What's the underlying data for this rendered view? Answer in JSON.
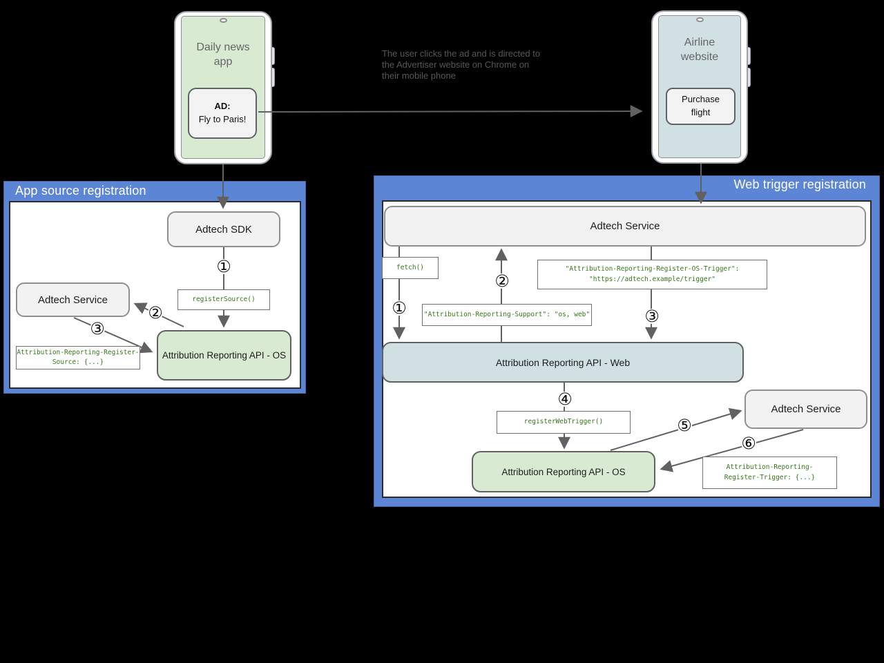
{
  "colors": {
    "background": "#000000",
    "panel_blue": "#5c85d6",
    "os_green_fill": "#d9ead3",
    "web_blue_fill": "#d0e0e3",
    "service_gray_fill": "#f2f2f2",
    "code_text_green": "#38761d",
    "arrow_gray": "#616161"
  },
  "flow_note": "The user clicks the ad and is directed to\nthe Advertiser website on Chrome on\ntheir mobile phone",
  "phone_left": {
    "title": "Daily news\napp",
    "ad_label": "AD:",
    "ad_text": "Fly to Paris!"
  },
  "phone_right": {
    "title": "Airline\nwebsite",
    "button": "Purchase\nflight"
  },
  "app_source_panel": {
    "title": "App source registration",
    "adtech_sdk": "Adtech SDK",
    "adtech_service": "Adtech Service",
    "register_source_call": "registerSource()",
    "register_source_header": "Attribution-Reporting-Register-\nSource: {...}",
    "api_os": "Attribution Reporting API - OS",
    "steps": [
      "①",
      "②",
      "③"
    ]
  },
  "web_trigger_panel": {
    "title": "Web trigger registration",
    "adtech_service_top": "Adtech Service",
    "fetch_call": "fetch()",
    "os_trigger_header": "\"Attribution-Reporting-Register-OS-Trigger\":\n\"https://adtech.example/trigger\"",
    "support_header": "\"Attribution-Reporting-Support\": \"os, web\"",
    "api_web": "Attribution Reporting API - Web",
    "register_web_trigger_call": "registerWebTrigger()",
    "api_os": "Attribution Reporting API - OS",
    "adtech_service_right": "Adtech Service",
    "register_trigger_header": "Attribution-Reporting-\nRegister-Trigger: {...}",
    "steps": [
      "①",
      "②",
      "③",
      "④",
      "⑤",
      "⑥"
    ]
  }
}
